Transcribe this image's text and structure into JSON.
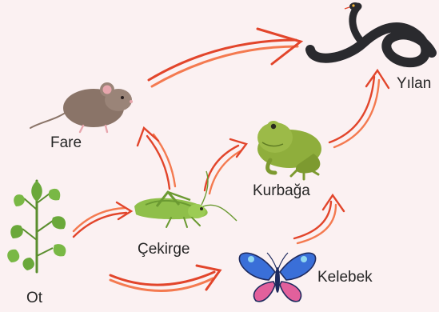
{
  "diagram": {
    "title": "",
    "organisms": {
      "snake": {
        "label": "Yılan",
        "icon": "snake-icon"
      },
      "mouse": {
        "label": "Fare",
        "icon": "mouse-icon"
      },
      "frog": {
        "label": "Kurbağa",
        "icon": "frog-icon"
      },
      "grasshopper": {
        "label": "Çekirge",
        "icon": "grasshopper-icon"
      },
      "grass": {
        "label": "Ot",
        "icon": "plant-icon"
      },
      "butterfly": {
        "label": "Kelebek",
        "icon": "butterfly-icon"
      }
    },
    "links": [
      {
        "from": "Ot",
        "to": "Çekirge"
      },
      {
        "from": "Ot",
        "to": "Kelebek"
      },
      {
        "from": "Çekirge",
        "to": "Fare"
      },
      {
        "from": "Çekirge",
        "to": "Kurbağa"
      },
      {
        "from": "Fare",
        "to": "Yılan"
      },
      {
        "from": "Kurbağa",
        "to": "Yılan"
      },
      {
        "from": "Kelebek",
        "to": "Kurbağa"
      }
    ],
    "colors": {
      "background": "#fbf1f2",
      "arrow_dark": "#e2452b",
      "arrow_light": "#f47a50",
      "mouse": "#8a7468",
      "frog": "#8fae3c",
      "grasshopper": "#8fbf4a",
      "grass": "#6aa83a",
      "butterfly_blue": "#3a6fd8",
      "butterfly_pink": "#e2609c",
      "snake": "#2a2a2e"
    }
  }
}
